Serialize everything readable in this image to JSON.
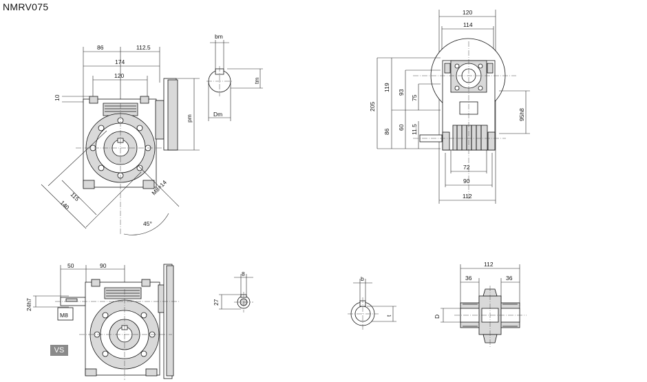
{
  "title": "NMRV075",
  "badge": "VS",
  "dims": {
    "d86": "86",
    "d112_5": "112.5",
    "d174": "174",
    "d120a": "120",
    "d10": "10",
    "d115": "115",
    "d140": "140",
    "angle": "45°",
    "thread": "M8×14",
    "pm": "pm",
    "bm": "bm",
    "tm": "tm",
    "dm": "Dm",
    "d120b": "120",
    "d114": "114",
    "d205": "205",
    "d119": "119",
    "d93": "93",
    "d75": "75",
    "d86b": "86",
    "d60": "60",
    "d11_5": "11.5",
    "d95h8": "95h8",
    "d72": "72",
    "d90a": "90",
    "d112a": "112",
    "d50": "50",
    "d90b": "90",
    "d24h7": "24h7",
    "m8": "M8",
    "d8": "8",
    "d27": "27",
    "b": "b",
    "t": "t",
    "d112b": "112",
    "d36a": "36",
    "d36b": "36",
    "D": "D"
  }
}
